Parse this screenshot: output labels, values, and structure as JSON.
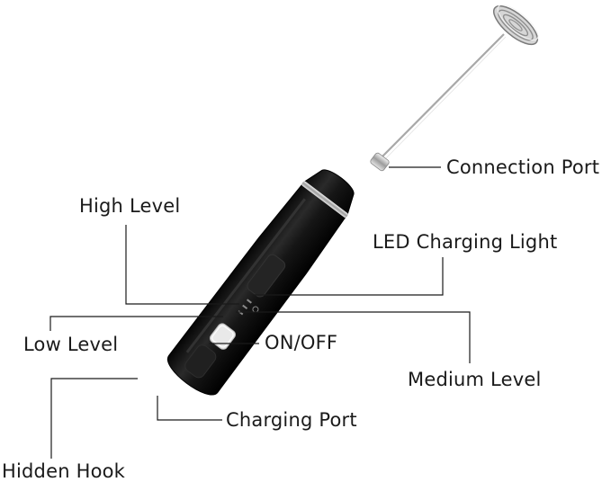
{
  "labels": {
    "connection_port": "Connection Port",
    "high_level": "High Level",
    "led_charging_light": "LED Charging Light",
    "low_level": "Low Level",
    "on_off": "ON/OFF",
    "medium_level": "Medium Level",
    "charging_port": "Charging Port",
    "hidden_hook": "Hidden Hook"
  },
  "colors": {
    "body": "#141414",
    "leader_lines": "#1a1a1a",
    "metal": "#b9b9b9"
  }
}
